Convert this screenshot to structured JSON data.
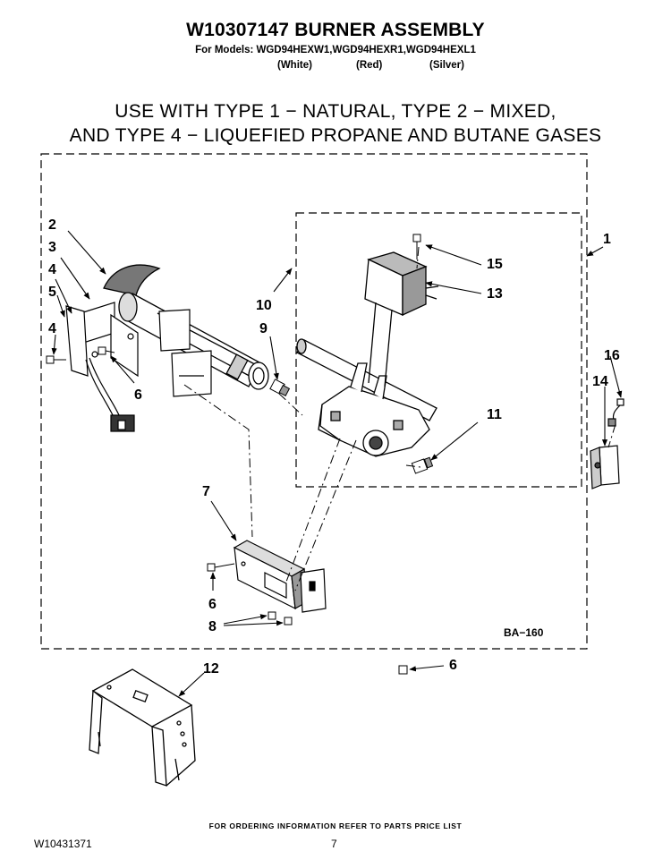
{
  "header": {
    "title": "W10307147 BURNER ASSEMBLY",
    "models": "For Models: WGD94HEXW1,WGD94HEXR1,WGD94HEXL1",
    "colors": [
      "(White)",
      "(Red)",
      "(Silver)"
    ]
  },
  "usage": {
    "line1": "USE WITH TYPE 1 − NATURAL, TYPE 2 − MIXED,",
    "line2": "AND TYPE 4 − LIQUEFIED PROPANE AND BUTANE GASES"
  },
  "diagram": {
    "callouts": {
      "c1": "1",
      "c2": "2",
      "c3": "3",
      "c4": "4",
      "c5": "5",
      "c6a": "6",
      "c6b": "6",
      "c6c": "6",
      "c7": "7",
      "c8": "8",
      "c9": "9",
      "c10": "10",
      "c11": "11",
      "c12": "12",
      "c13": "13",
      "c14": "14",
      "c15": "15",
      "c16": "16"
    },
    "figure_code": "BA−160"
  },
  "footer": {
    "note": "FOR ORDERING INFORMATION REFER TO PARTS PRICE LIST",
    "doc_number": "W10431371",
    "page": "7"
  }
}
